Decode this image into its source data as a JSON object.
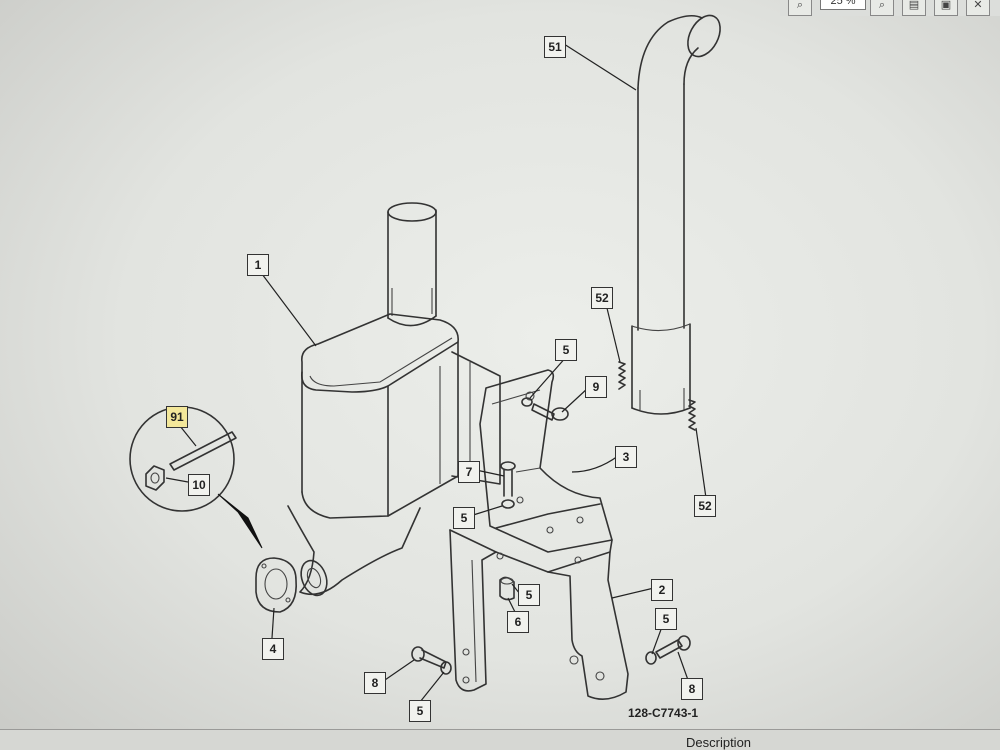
{
  "toolbar": {
    "zoom_value": "25 %",
    "icons": [
      "zoom-out-icon",
      "zoom-in-icon",
      "print-icon",
      "save-icon",
      "close-icon"
    ]
  },
  "diagram": {
    "drawing_id": "128-C7743-1",
    "callouts": [
      {
        "id": "c51",
        "label": "51"
      },
      {
        "id": "c1",
        "label": "1"
      },
      {
        "id": "c52a",
        "label": "52"
      },
      {
        "id": "c5a",
        "label": "5"
      },
      {
        "id": "c9",
        "label": "9"
      },
      {
        "id": "c91",
        "label": "91",
        "highlight": true
      },
      {
        "id": "c3",
        "label": "3"
      },
      {
        "id": "c7",
        "label": "7"
      },
      {
        "id": "c10",
        "label": "10"
      },
      {
        "id": "c5b",
        "label": "5"
      },
      {
        "id": "c52b",
        "label": "52"
      },
      {
        "id": "c2",
        "label": "2"
      },
      {
        "id": "c5c",
        "label": "5"
      },
      {
        "id": "c6",
        "label": "6"
      },
      {
        "id": "c5d",
        "label": "5"
      },
      {
        "id": "c4",
        "label": "4"
      },
      {
        "id": "c8a",
        "label": "8"
      },
      {
        "id": "c8b",
        "label": "8"
      },
      {
        "id": "c5e",
        "label": "5"
      }
    ]
  },
  "parts_table": {
    "header": "Description"
  }
}
